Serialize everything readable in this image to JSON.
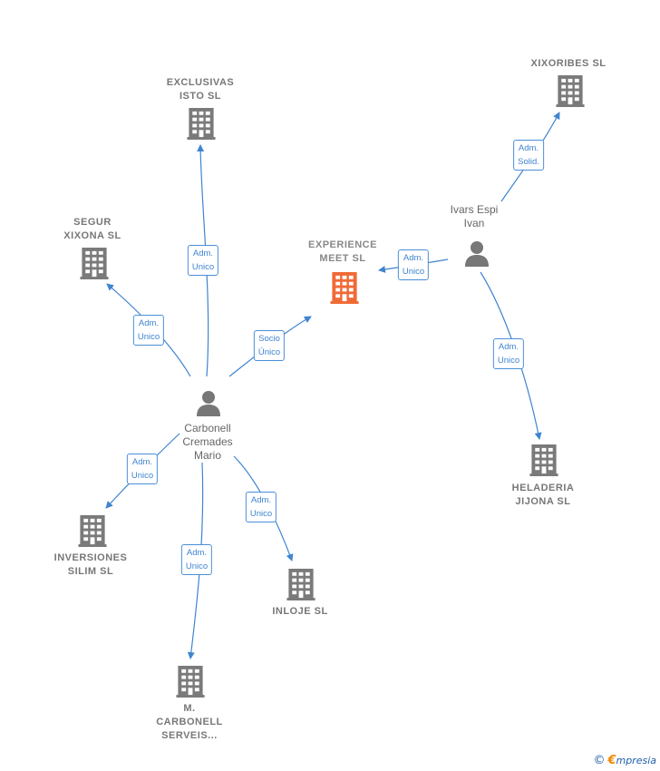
{
  "colors": {
    "edge": "#3f84d0",
    "company": "#7a7a7a",
    "focal": "#f06a35",
    "person": "#777777"
  },
  "nodes": {
    "experience": {
      "lines": [
        "EXPERIENCE",
        "MEET  SL"
      ],
      "icon": "building-icon",
      "focal": true
    },
    "exclusivas": {
      "lines": [
        "EXCLUSIVAS",
        "ISTO  SL"
      ],
      "icon": "building-icon"
    },
    "segur": {
      "lines": [
        "SEGUR",
        "XIXONA  SL"
      ],
      "icon": "building-icon"
    },
    "xixoribes": {
      "lines": [
        "XIXORIBES  SL"
      ],
      "icon": "building-icon"
    },
    "heladeria": {
      "lines": [
        "HELADERIA",
        "JIJONA SL"
      ],
      "icon": "building-icon"
    },
    "inversiones": {
      "lines": [
        "INVERSIONES",
        "SILIM  SL"
      ],
      "icon": "building-icon"
    },
    "inloje": {
      "lines": [
        "INLOJE  SL"
      ],
      "icon": "building-icon"
    },
    "mcarbonell": {
      "lines": [
        "M.",
        "CARBONELL",
        "SERVEIS..."
      ],
      "icon": "building-icon"
    },
    "carbonell": {
      "lines": [
        "Carbonell",
        "Cremades",
        "Mario"
      ],
      "icon": "person-icon"
    },
    "ivars": {
      "lines": [
        "Ivars Espi",
        "Ivan"
      ],
      "icon": "person-icon"
    }
  },
  "edges": {
    "carbonell_exclusivas": {
      "lines": [
        "Adm.",
        "Unico"
      ]
    },
    "carbonell_segur": {
      "lines": [
        "Adm.",
        "Unico"
      ]
    },
    "carbonell_experience": {
      "lines": [
        "Socio",
        "Único"
      ]
    },
    "carbonell_inversiones": {
      "lines": [
        "Adm.",
        "Unico"
      ]
    },
    "carbonell_inloje": {
      "lines": [
        "Adm.",
        "Unico"
      ]
    },
    "carbonell_mcarbonell": {
      "lines": [
        "Adm.",
        "Unico"
      ]
    },
    "ivars_xixoribes": {
      "lines": [
        "Adm.",
        "Solid."
      ]
    },
    "ivars_experience": {
      "lines": [
        "Adm.",
        "Unico"
      ]
    },
    "ivars_heladeria": {
      "lines": [
        "Adm.",
        "Unico"
      ]
    }
  },
  "footer": {
    "copyright": "©",
    "brand_initial": "€",
    "brand_rest": "mpresia"
  }
}
